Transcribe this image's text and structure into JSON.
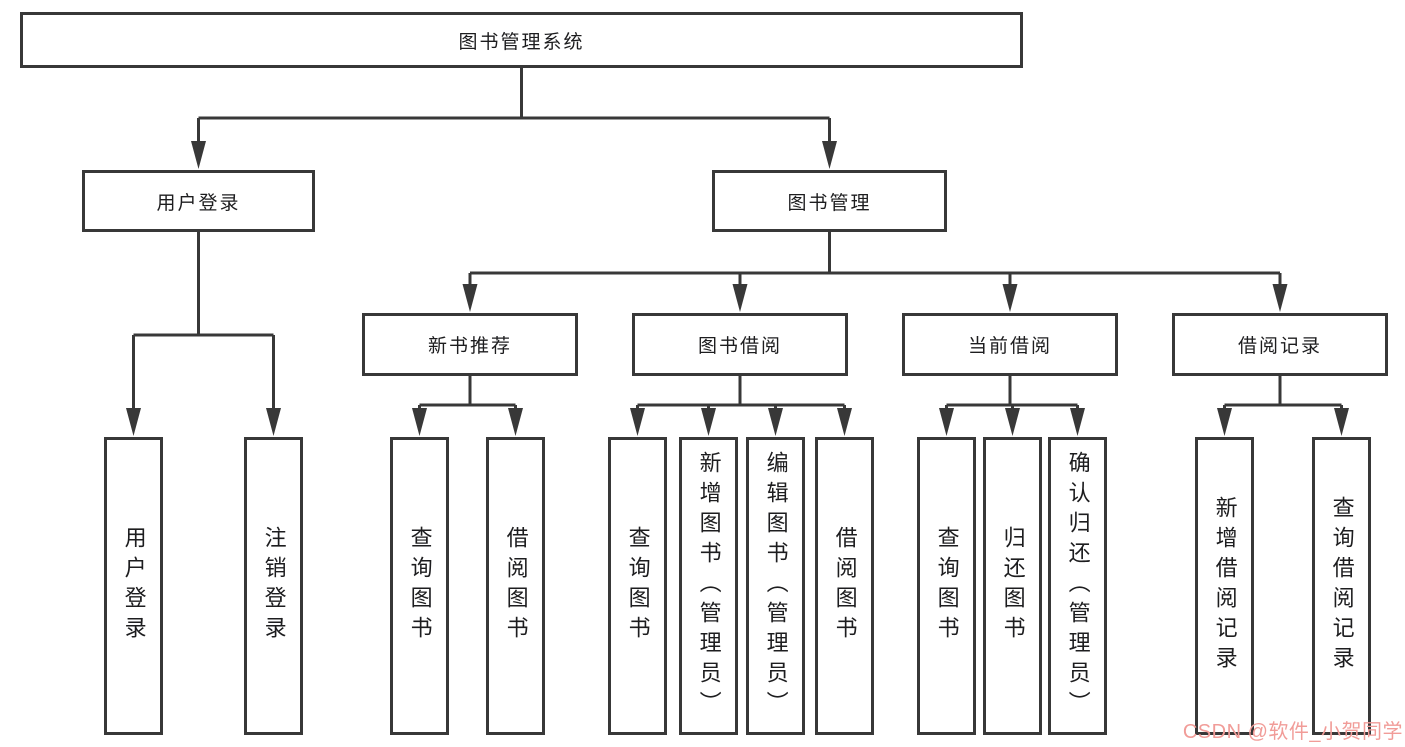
{
  "tree": {
    "root": "图书管理系统",
    "user_login": "用户登录",
    "book_mgmt": "图书管理",
    "new_books": "新书推荐",
    "borrowing": "图书借阅",
    "current": "当前借阅",
    "records": "借阅记录",
    "leaves": {
      "user_login": [
        "用户登录",
        "注销登录"
      ],
      "new_books": [
        "查询图书",
        "借阅图书"
      ],
      "borrowing": [
        "查询图书",
        "新增图书（管理员）",
        "编辑图书（管理员）",
        "借阅图书"
      ],
      "current": [
        "查询图书",
        "归还图书",
        "确认归还（管理员）"
      ],
      "records": [
        "新增借阅记录",
        "查询借阅记录"
      ]
    }
  },
  "watermark": {
    "text": "CSDN @软件_小贺同学",
    "color": "#f19c98"
  },
  "colors": {
    "line": "#383838",
    "text": "#1d1d1f",
    "background": "#ffffff"
  }
}
